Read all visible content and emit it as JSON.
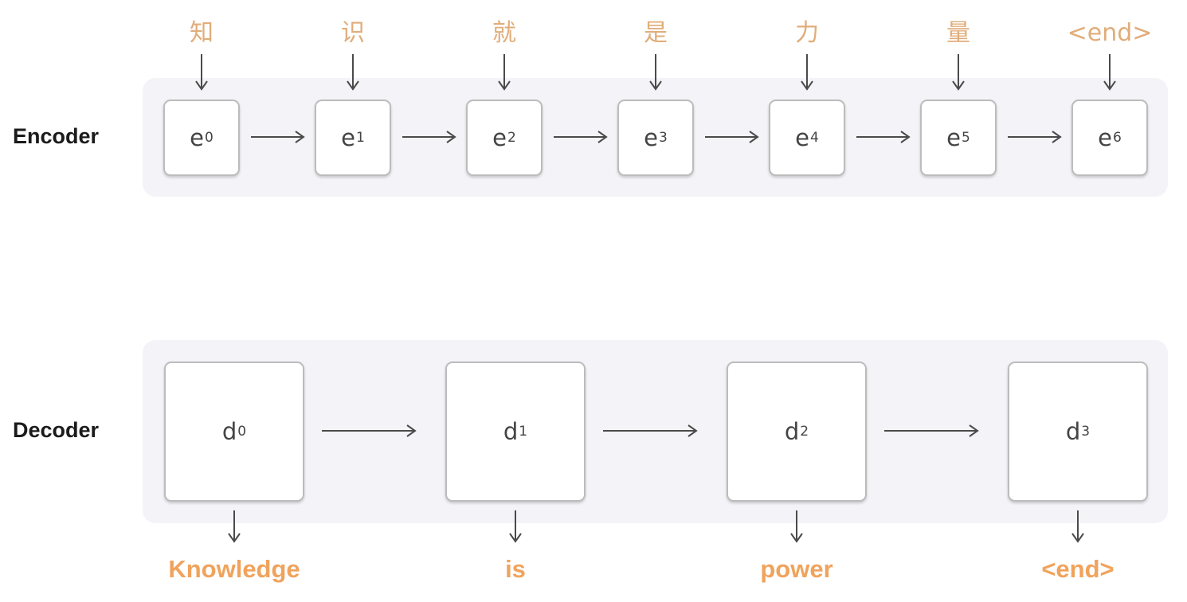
{
  "encoder": {
    "label": "Encoder",
    "input_tokens": [
      "知",
      "识",
      "就",
      "是",
      "力",
      "量",
      "<end>"
    ],
    "cells": [
      {
        "base": "e",
        "sub": "0"
      },
      {
        "base": "e",
        "sub": "1"
      },
      {
        "base": "e",
        "sub": "2"
      },
      {
        "base": "e",
        "sub": "3"
      },
      {
        "base": "e",
        "sub": "4"
      },
      {
        "base": "e",
        "sub": "5"
      },
      {
        "base": "e",
        "sub": "6"
      }
    ]
  },
  "decoder": {
    "label": "Decoder",
    "cells": [
      {
        "base": "d",
        "sub": "0"
      },
      {
        "base": "d",
        "sub": "1"
      },
      {
        "base": "d",
        "sub": "2"
      },
      {
        "base": "d",
        "sub": "3"
      }
    ],
    "output_tokens": [
      "Knowledge",
      "is",
      "power",
      "<end>"
    ]
  },
  "colors": {
    "input_token": "#e0ad7a",
    "output_token": "#f0a35c",
    "arrow": "#4a4a4a",
    "panel": "#f4f4f8"
  }
}
